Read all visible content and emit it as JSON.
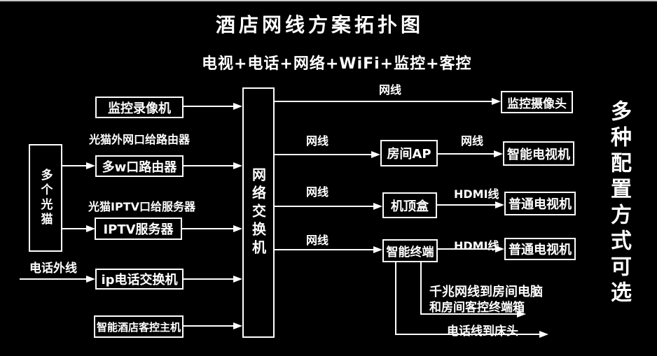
{
  "title": "酒店网线方案拓扑图",
  "subtitle": "电视+电话+网络+WiFi+监控+客控",
  "side_note_vertical": "多种配置方式可选",
  "nodes": {
    "modems": "多个光猫",
    "switch": "网络交换机",
    "nvr": "监控录像机",
    "router": "多w口路由器",
    "iptv_server": "IPTV服务器",
    "ip_pbx": "ip电话交换机",
    "hotel_control_host": "智能酒店客控主机",
    "room_ap": "房间AP",
    "stb": "机顶盒",
    "smart_terminal": "智能终端",
    "camera": "监控摄像头",
    "smart_tv": "智能电视机",
    "tv1": "普通电视机",
    "tv2": "普通电视机"
  },
  "annotations": {
    "modem_wan_note": "光猫外网口给路由器",
    "modem_iptv_note": "光猫IPTV口给服务器",
    "phone_outside_line": "电话外线",
    "cable_cam": "网线",
    "cable_ap": "网线",
    "cable_ap_tv": "网线",
    "cable_stb": "网线",
    "cable_terminal": "网线",
    "hdmi_stb": "HDMI线",
    "hdmi_terminal": "HDMI线",
    "gigabit_note_line1": "千兆网线到房间电脑",
    "gigabit_note_line2": "和房间客控终端箱",
    "phone_to_bed": "电话线到床头"
  },
  "colors": {
    "background": "#000000",
    "foreground": "#ffffff"
  }
}
